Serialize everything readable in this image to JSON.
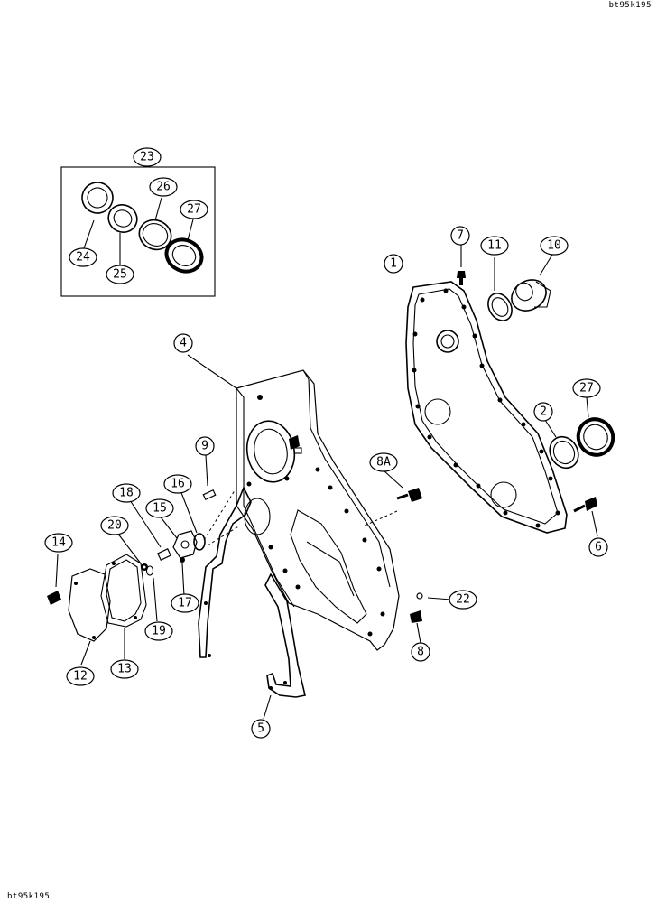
{
  "drawing_codes": {
    "top": "bt95k195",
    "bottom": "bt95k195"
  },
  "callouts": {
    "c1": "1",
    "c2": "2",
    "c4": "4",
    "c5": "5",
    "c6": "6",
    "c7": "7",
    "c8": "8",
    "c8a": "8A",
    "c9": "9",
    "c10": "10",
    "c11": "11",
    "c12": "12",
    "c13": "13",
    "c14": "14",
    "c15": "15",
    "c16": "16",
    "c17": "17",
    "c18": "18",
    "c19": "19",
    "c20": "20",
    "c22": "22",
    "c23": "23",
    "c24": "24",
    "c25": "25",
    "c26": "26",
    "c27a": "27",
    "c27b": "27"
  }
}
